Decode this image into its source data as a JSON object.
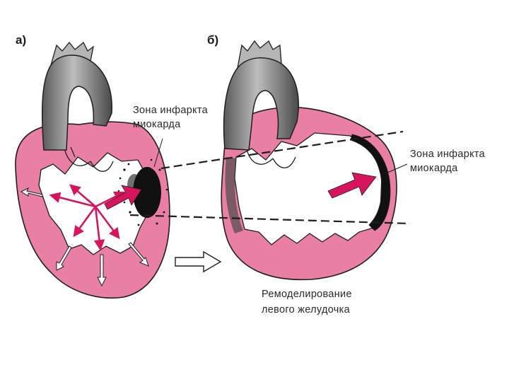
{
  "panels": {
    "a": {
      "label": "а)"
    },
    "b": {
      "label": "б)"
    }
  },
  "annotations": {
    "infarct_zone_a": {
      "line1": "Зона инфаркта",
      "line2": "миокарда"
    },
    "infarct_zone_b": {
      "line1": "Зона инфаркта",
      "line2": "миокарда"
    },
    "remodeling": {
      "line1": "Ремоделирование",
      "line2": "левого желудочка"
    }
  },
  "colors": {
    "myocardium": "#ea7fa6",
    "arrow": "#d9145e",
    "aorta": "#8f8f8f",
    "aorta_dark": "#4a4a4a",
    "outline": "#1e1e1e",
    "infarct": "#111111"
  }
}
